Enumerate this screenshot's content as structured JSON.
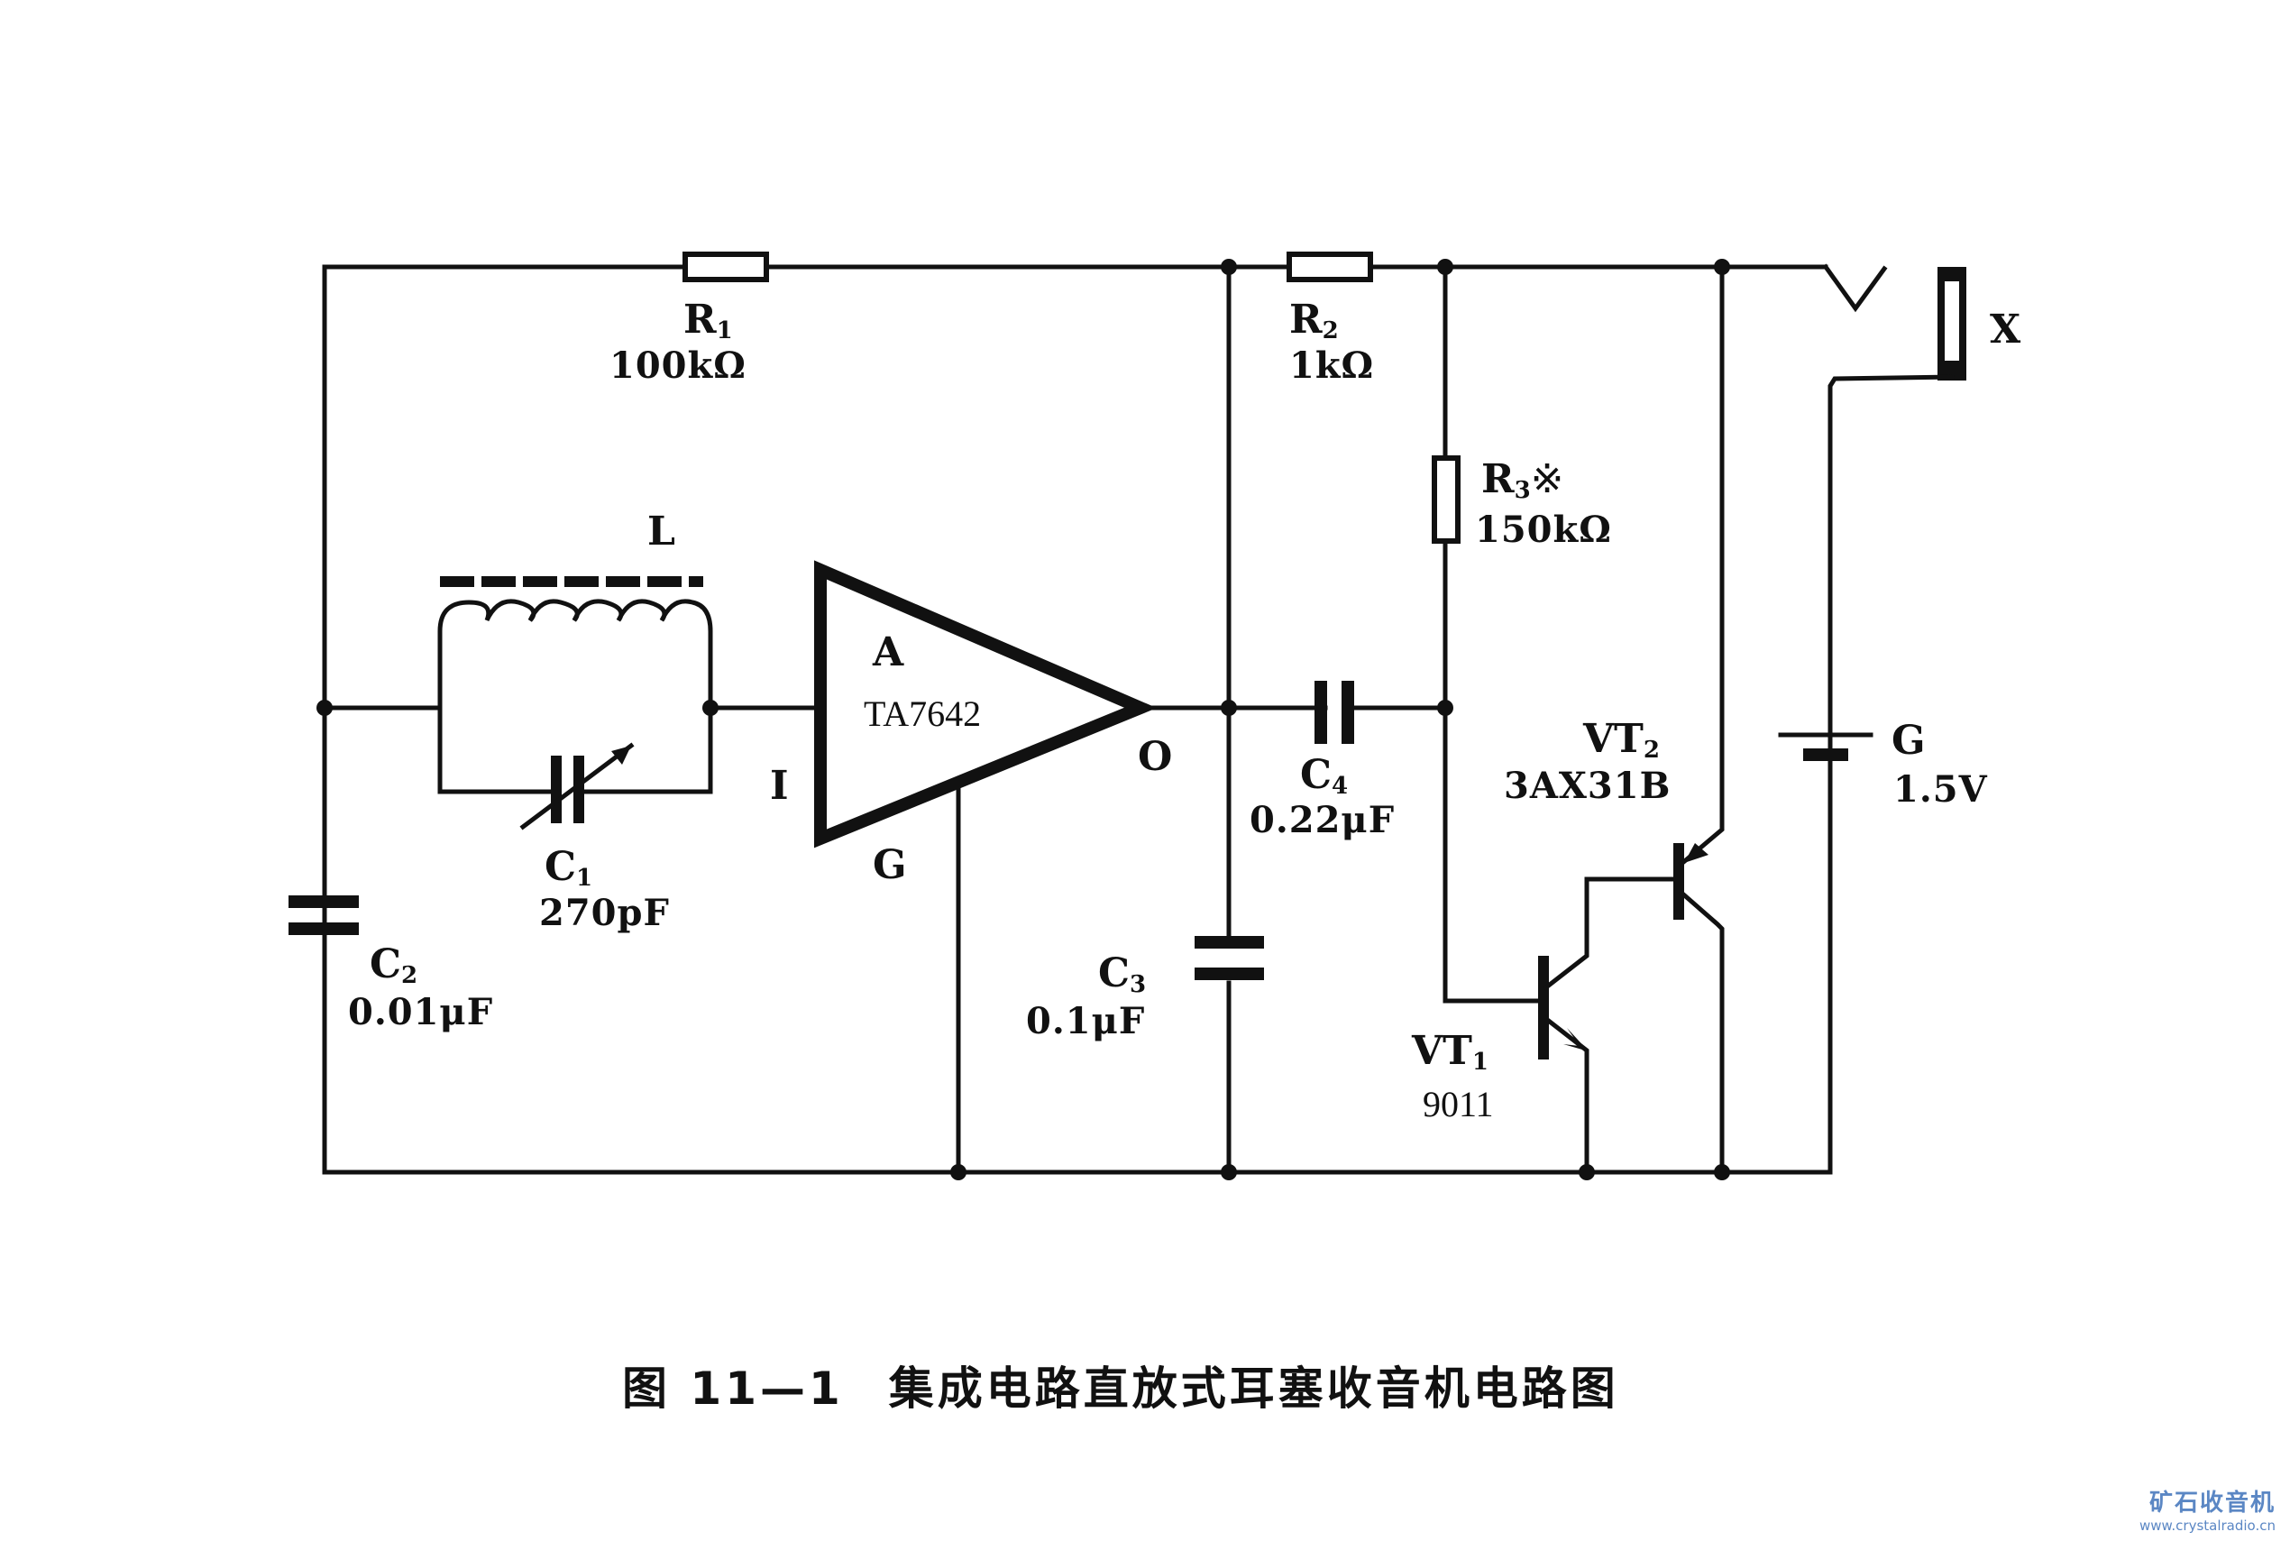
{
  "figure": {
    "caption_number": "图 11—1",
    "caption_title": "集成电路直放式耳塞收音机电路图"
  },
  "components": {
    "R1": {
      "ref": "R",
      "sub": "1",
      "value": "100kΩ"
    },
    "R2": {
      "ref": "R",
      "sub": "2",
      "value": "1kΩ"
    },
    "R3": {
      "ref": "R",
      "sub": "3",
      "mark": "※",
      "value": "150kΩ"
    },
    "L": {
      "ref": "L"
    },
    "C1": {
      "ref": "C",
      "sub": "1",
      "value": "270pF"
    },
    "C2": {
      "ref": "C",
      "sub": "2",
      "value": "0.01μF"
    },
    "C3": {
      "ref": "C",
      "sub": "3",
      "value": "0.1μF"
    },
    "C4": {
      "ref": "C",
      "sub": "4",
      "value": "0.22μF"
    },
    "IC": {
      "ref": "A",
      "part": "TA7642",
      "pin_in": "I",
      "pin_out": "O",
      "pin_gnd": "G"
    },
    "VT1": {
      "ref": "VT",
      "sub": "1",
      "part": "9011"
    },
    "VT2": {
      "ref": "VT",
      "sub": "2",
      "part": "3AX31B"
    },
    "battery": {
      "ref": "G",
      "value": "1.5V"
    },
    "earphone": {
      "ref": "X"
    }
  },
  "watermark": {
    "site_name": "矿石收音机",
    "url": "www.crystalradio.cn"
  },
  "colors": {
    "ink": "#111111",
    "watermark": "#5b87c4"
  }
}
